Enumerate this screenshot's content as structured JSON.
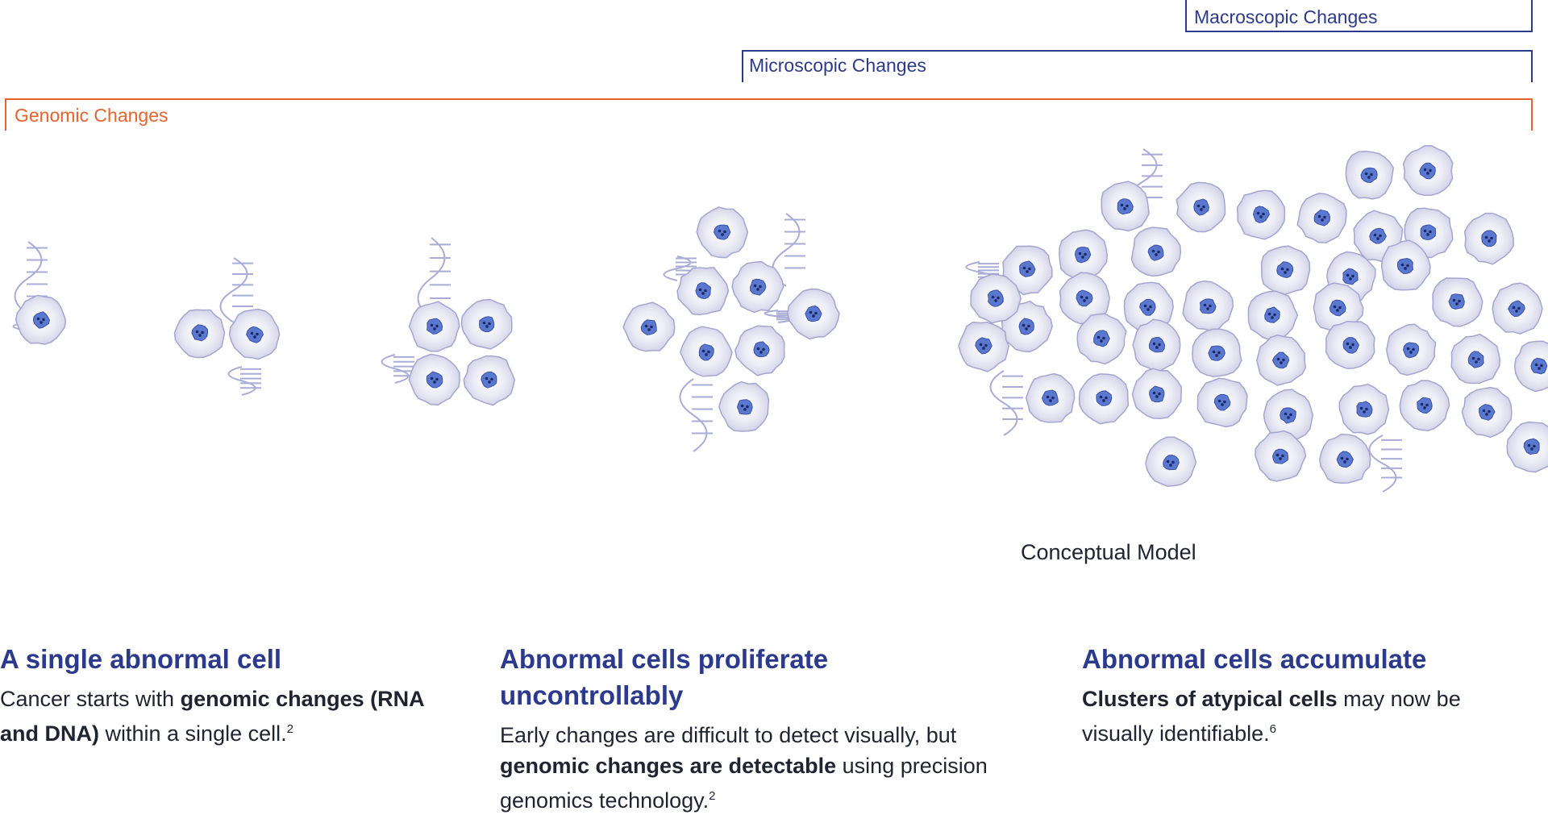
{
  "brackets": {
    "macroscopic": {
      "label": "Macroscopic Changes",
      "color": "#2b3a8c"
    },
    "microscopic": {
      "label": "Microscopic Changes",
      "color": "#2b3a8c"
    },
    "genomic": {
      "label": "Genomic Changes",
      "color": "#e8622c"
    }
  },
  "diagram": {
    "caption": "Conceptual Model",
    "stage_cell_counts": [
      1,
      2,
      4,
      8,
      45
    ]
  },
  "columns": [
    {
      "heading": "A single abnormal cell",
      "text": [
        {
          "t": "Cancer starts with "
        },
        {
          "t": "genomic changes (RNA and DNA)",
          "b": true
        },
        {
          "t": " within a single cell."
        },
        {
          "t": "2",
          "sup": true
        }
      ]
    },
    {
      "heading": "Abnormal cells proliferate uncontrollably",
      "text": [
        {
          "t": "Early changes are difficult to detect visually, but "
        },
        {
          "t": "genomic changes are detectable",
          "b": true
        },
        {
          "t": " using precision genomics technology."
        },
        {
          "t": "2",
          "sup": true
        }
      ]
    },
    {
      "heading": "Abnormal cells accumulate",
      "text": [
        {
          "t": "Clusters of atypical cells",
          "b": true
        },
        {
          "t": " may now be visually identifiable."
        },
        {
          "t": "6",
          "sup": true
        }
      ]
    }
  ],
  "colors": {
    "heading": "#2b3a8c",
    "cell_fill": "#dcdcef",
    "cell_stroke": "#a4a6cf",
    "nucleus": "#5a78cf",
    "dna": "#a9acd6"
  }
}
